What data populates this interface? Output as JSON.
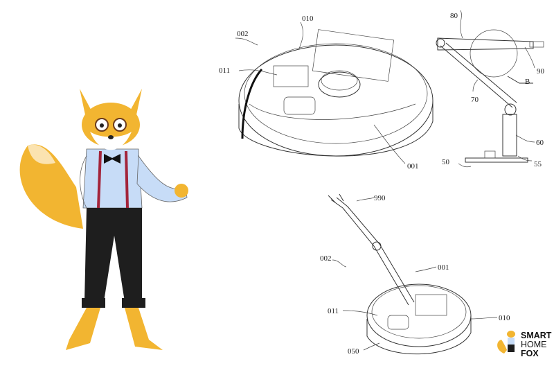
{
  "figure_top_left": {
    "labels": [
      "002",
      "010",
      "011",
      "001"
    ]
  },
  "figure_top_right": {
    "labels": [
      "80",
      "90",
      "B",
      "70",
      "60",
      "50",
      "55"
    ]
  },
  "figure_bottom": {
    "labels": [
      "990",
      "002",
      "001",
      "011",
      "010",
      "050"
    ]
  },
  "logo": {
    "line1": "SMART",
    "line2": "HOME",
    "line3": "FOX"
  },
  "colors": {
    "fox_orange": "#f2b531",
    "shirt": "#c7dcf7",
    "pants": "#1e1e1e",
    "suspenders": "#a3243a"
  }
}
